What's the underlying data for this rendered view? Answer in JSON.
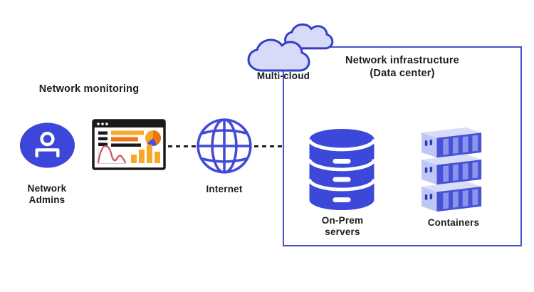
{
  "diagram": {
    "heading": "Network monitoring",
    "admins": {
      "line1": "Network",
      "line2": "Admins"
    },
    "internet": {
      "label": "Internet"
    },
    "multicloud": {
      "label": "Multi-cloud"
    },
    "datacenter": {
      "title_line1": "Network infrastructure",
      "title_line2": "(Data center)"
    },
    "onprem": {
      "line1": "On-Prem",
      "line2": "servers"
    },
    "containers": {
      "label": "Containers"
    }
  },
  "icons": {
    "person": "person-avatar-icon",
    "dashboard": "monitoring-dashboard-icon",
    "globe": "internet-globe-icon",
    "clouds": "multi-cloud-icon",
    "database": "on-prem-database-icon",
    "containers": "containers-stack-icon"
  },
  "colors": {
    "ink": "#1c1c1c",
    "blue": "#3c46d8",
    "globe_stroke": "#4349d8",
    "box_border": "#4653c8",
    "cloud_fill": "#d7dbf8",
    "cloud_stroke": "#3340c6",
    "dash_line": "#222222",
    "chart_yellow": "#f6a826",
    "chart_orange": "#ee7517",
    "chart_red": "#cf4f63",
    "pie_blue": "#4b4fd9",
    "chart_black": "#1a1a1a",
    "ctr_long": "#4752d6",
    "ctr_stripe": "#8b94ec",
    "ctr_end": "#c1c7f4",
    "ctr_top": "#d9def8",
    "ctr_mark": "#2d38b8",
    "db_blue": "#3c48da"
  },
  "connections": [
    {
      "from": "dashboard",
      "to": "internet",
      "style": "dashed"
    },
    {
      "from": "internet",
      "to": "datacenter-box",
      "style": "dashed"
    }
  ]
}
